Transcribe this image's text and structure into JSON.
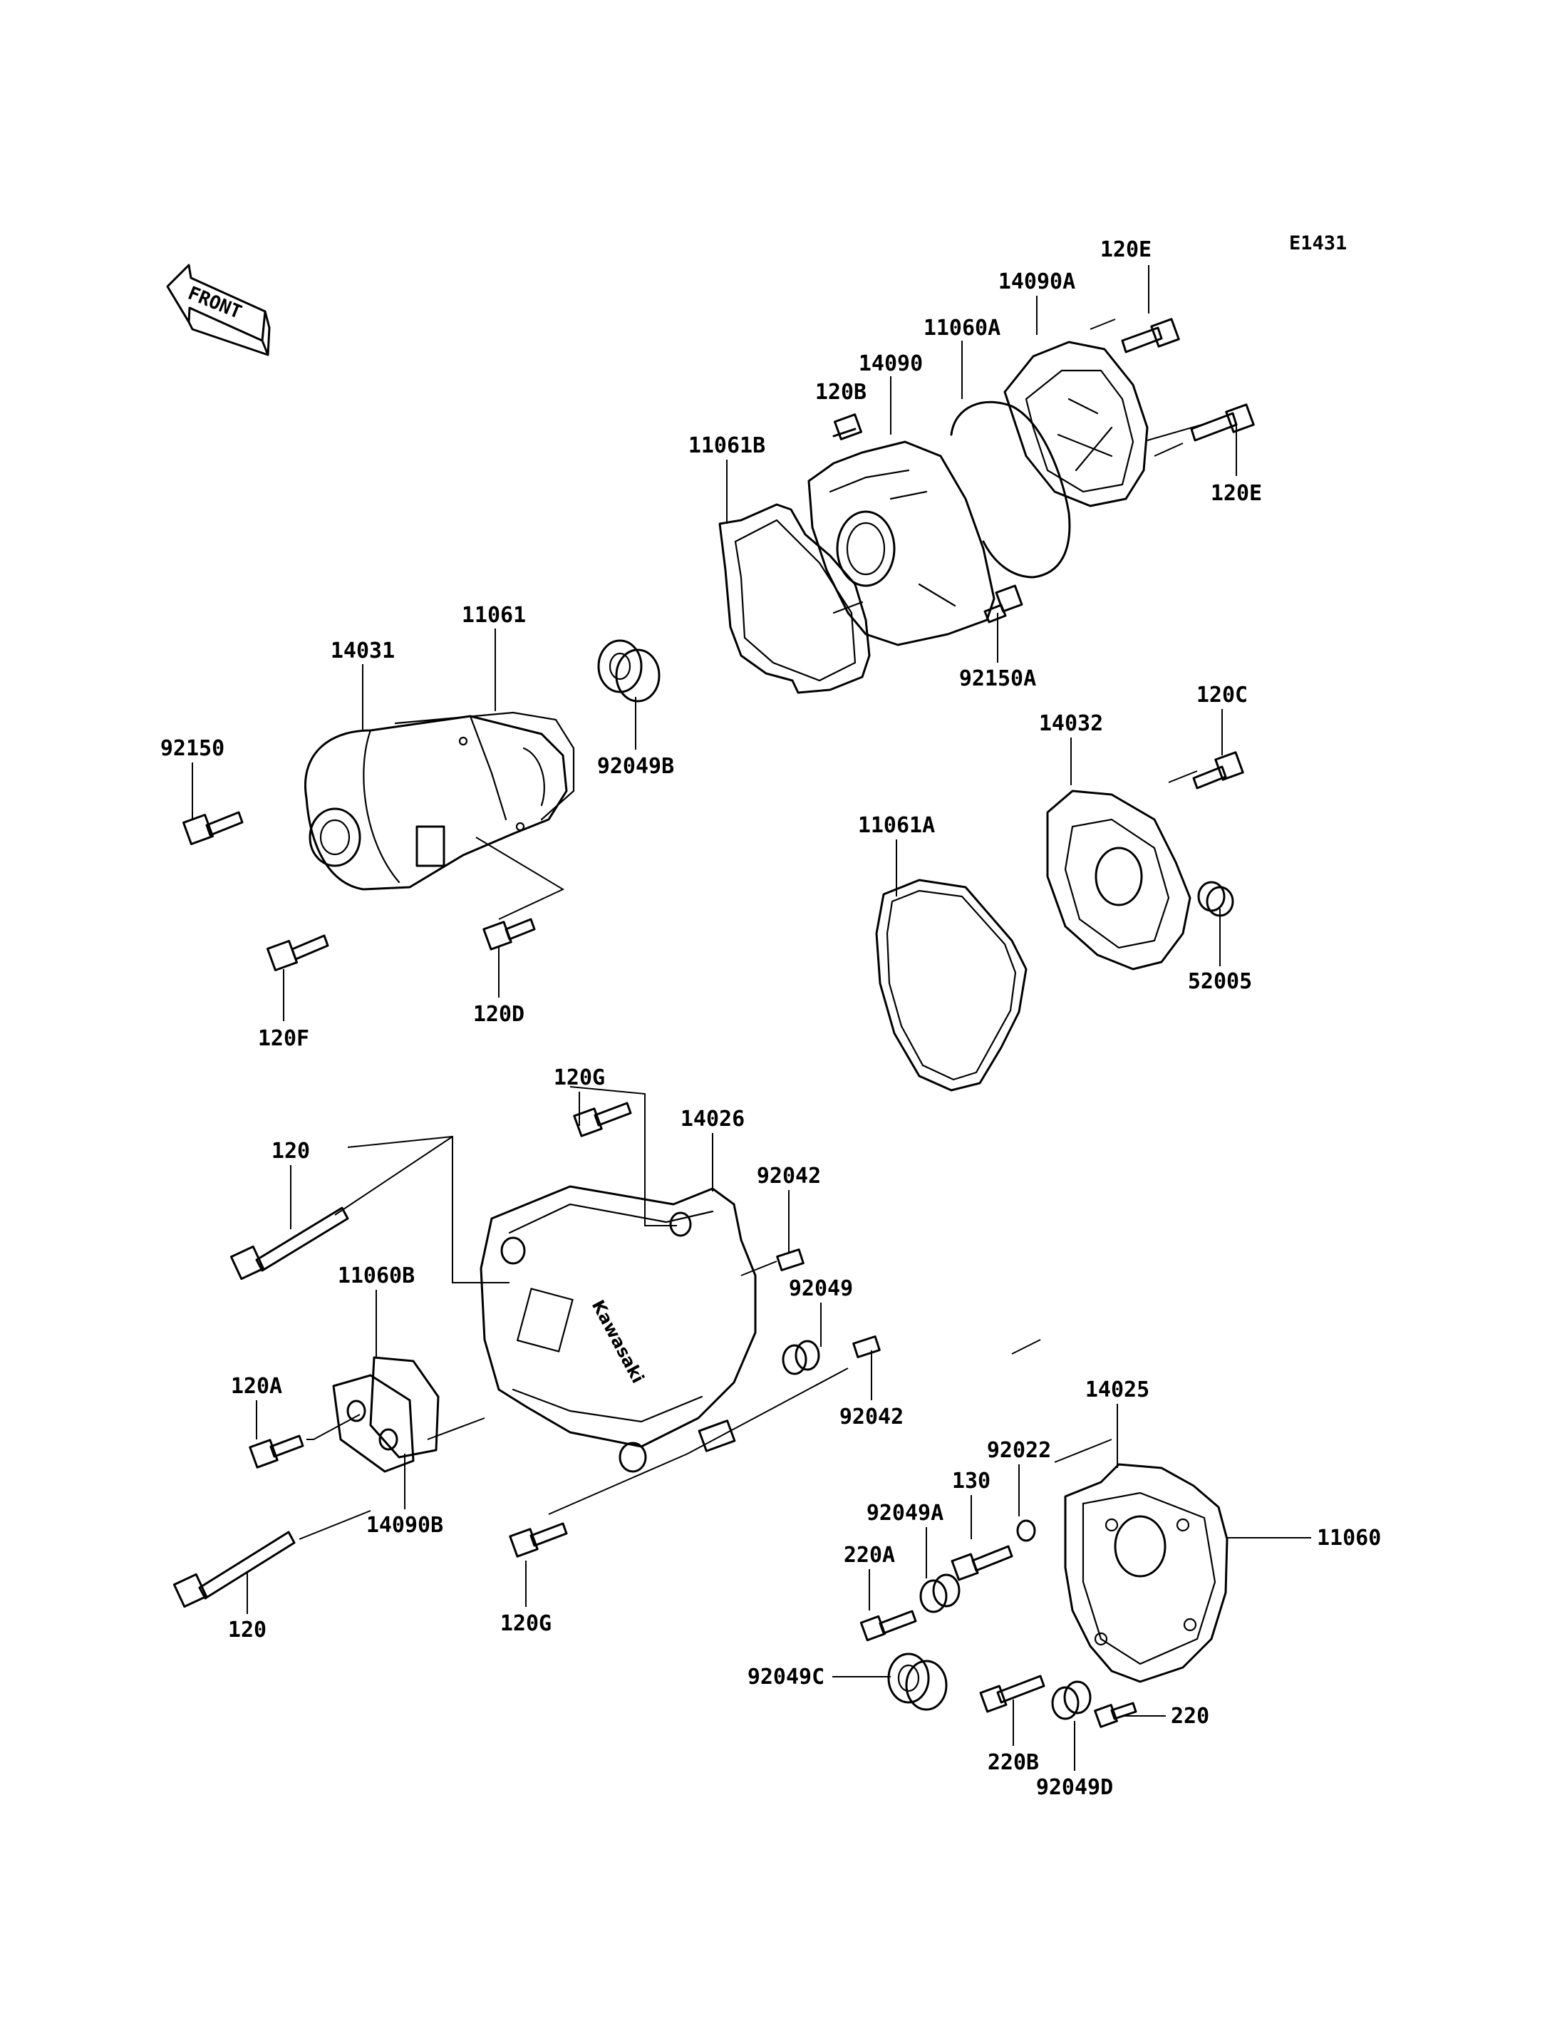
{
  "drawing_code": "E1431",
  "front_label": "FRONT",
  "brand_mark": "Kawasaki",
  "callouts": {
    "p120E_top": "120E",
    "p14090A": "14090A",
    "p11060A": "11060A",
    "p14090": "14090",
    "p120B": "120B",
    "p11061B": "11061B",
    "p120E_right": "120E",
    "p92150A": "92150A",
    "p11061": "11061",
    "p14031": "14031",
    "p92049B": "92049B",
    "p92150": "92150",
    "p120C": "120C",
    "p14032": "14032",
    "p11061A": "11061A",
    "p52005": "52005",
    "p120D": "120D",
    "p120F": "120F",
    "p120G_top": "120G",
    "p14026": "14026",
    "p120_top": "120",
    "p92042_top": "92042",
    "p92049": "92049",
    "p11060B": "11060B",
    "p120A": "120A",
    "p92042_bottom": "92042",
    "p14090B": "14090B",
    "p120G_bottom": "120G",
    "p120_bottom": "120",
    "p14025": "14025",
    "p92022": "92022",
    "p130": "130",
    "p11060": "11060",
    "p92049A": "92049A",
    "p220A": "220A",
    "p92049C": "92049C",
    "p220B": "220B",
    "p220": "220",
    "p92049D": "92049D"
  }
}
